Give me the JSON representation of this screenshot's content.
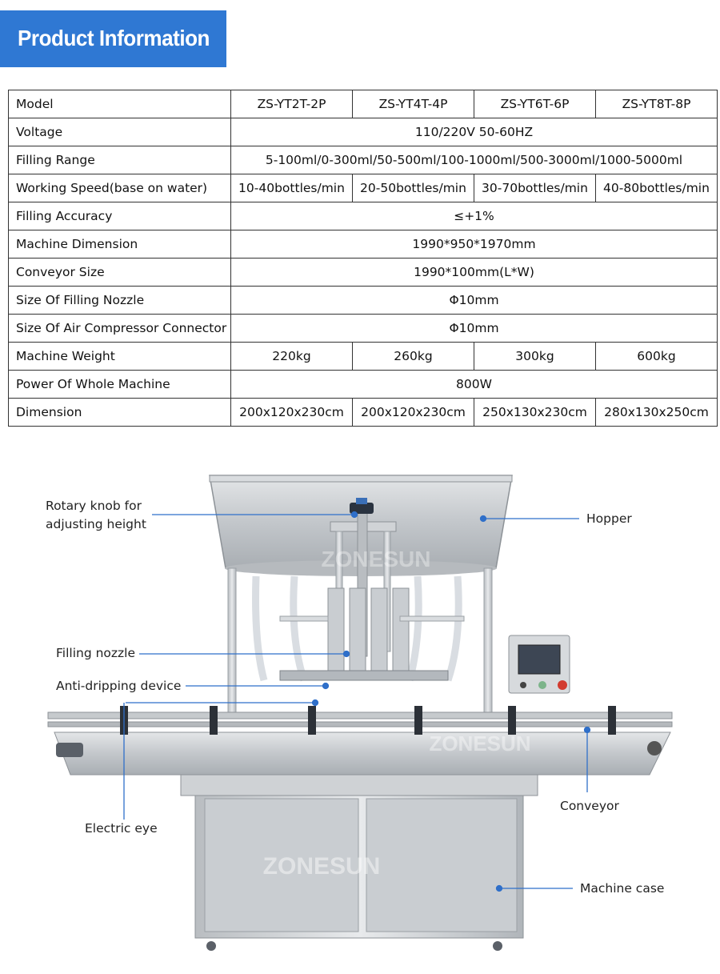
{
  "header": {
    "title": "Product Information"
  },
  "spec_table": {
    "rows": [
      {
        "label": "Model",
        "cells": [
          "ZS-YT2T-2P",
          "ZS-YT4T-4P",
          "ZS-YT6T-6P",
          "ZS-YT8T-8P"
        ]
      },
      {
        "label": "Voltage",
        "cells": [
          "110/220V 50-60HZ"
        ]
      },
      {
        "label": "Filling Range",
        "cells": [
          "5-100ml/0-300ml/50-500ml/100-1000ml/500-3000ml/1000-5000ml"
        ]
      },
      {
        "label": "Working Speed(base on water)",
        "cells": [
          "10-40bottles/min",
          "20-50bottles/min",
          "30-70bottles/min",
          "40-80bottles/min"
        ]
      },
      {
        "label": "Filling Accuracy",
        "cells": [
          "≤+1%"
        ]
      },
      {
        "label": "Machine Dimension",
        "cells": [
          "1990*950*1970mm"
        ]
      },
      {
        "label": "Conveyor Size",
        "cells": [
          "1990*100mm(L*W)"
        ]
      },
      {
        "label": "Size Of Filling Nozzle",
        "cells": [
          "Φ10mm"
        ]
      },
      {
        "label": "Size Of Air Compressor Connector",
        "cells": [
          "Φ10mm"
        ]
      },
      {
        "label": "Machine Weight",
        "cells": [
          "220kg",
          "260kg",
          "300kg",
          "600kg"
        ]
      },
      {
        "label": "Power Of Whole Machine",
        "cells": [
          "800W"
        ]
      },
      {
        "label": "Dimension",
        "cells": [
          "200x120x230cm",
          "200x120x230cm",
          "250x130x230cm",
          "280x130x250cm"
        ]
      }
    ]
  },
  "diagram": {
    "watermark": "ZONESUN",
    "callouts": {
      "rotary_knob_line1": "Rotary knob for",
      "rotary_knob_line2": "adjusting height",
      "hopper": "Hopper",
      "filling_nozzle": "Filling nozzle",
      "anti_dripping": "Anti-dripping device",
      "conveyor": "Conveyor",
      "electric_eye": "Electric eye",
      "machine_case": "Machine case"
    },
    "callout_color": "#2f6fc9"
  },
  "colors": {
    "banner": "#2f78d3",
    "steel": "#c8ccd0"
  }
}
